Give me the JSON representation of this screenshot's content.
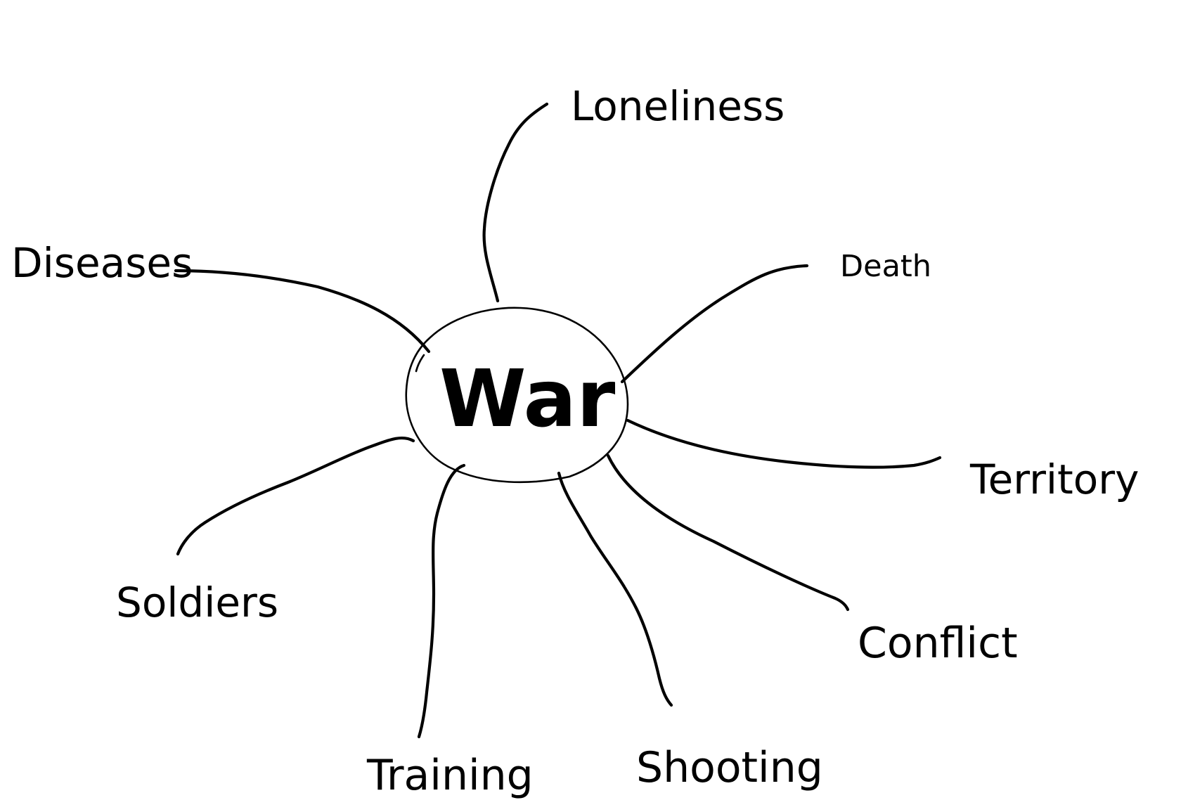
{
  "mind_map": {
    "center": "War",
    "branches": [
      "Loneliness",
      "Death",
      "Territory",
      "Conflict",
      "Shooting",
      "Training",
      "Soldiers",
      "Diseases"
    ]
  }
}
